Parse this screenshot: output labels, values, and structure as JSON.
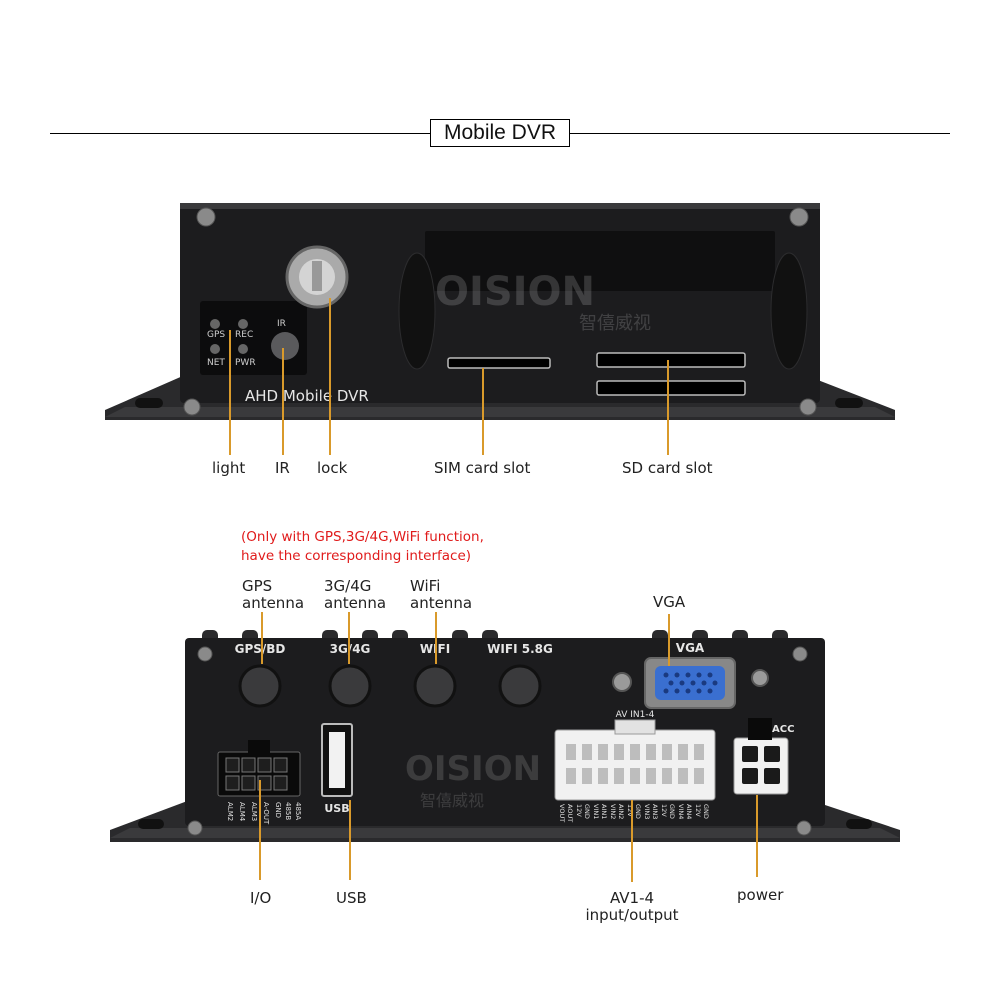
{
  "title": "Mobile DVR",
  "front": {
    "device_label": "AHD Mobile DVR",
    "watermark_logo": "OISION",
    "watermark_sub": "智僖威视",
    "leds": [
      "GPS",
      "REC",
      "NET",
      "PWR"
    ],
    "ir_mark": "IR",
    "callouts": {
      "light": "light",
      "ir": "IR",
      "lock": "lock",
      "sim": "SIM card slot",
      "sd": "SD card slot"
    }
  },
  "note": {
    "line1": "(Only with GPS,3G/4G,WiFi function,",
    "line2": "have the corresponding interface)"
  },
  "rear": {
    "antennas": [
      "GPS/BD",
      "3G/4G",
      "WIFI",
      "WIFI 5.8G"
    ],
    "vga_mark": "VGA",
    "av_mark": "AV IN1-4",
    "acc_mark": "ACC",
    "usb_mark": "USB",
    "pin_labels": [
      "ALM2",
      "ALM4",
      "ALM3",
      "A-OUT",
      "GND",
      "485B",
      "485A"
    ],
    "av_pin_labels": [
      "VOUT",
      "AOUT",
      "12V",
      "GND",
      "VIN1",
      "AIN1",
      "VIN2",
      "AIN2",
      "12V",
      "GND",
      "VIN3",
      "AIN3",
      "12V",
      "GND",
      "VIN4",
      "AIN4",
      "12V",
      "GND"
    ],
    "callouts": {
      "gps_line1": "GPS",
      "gps_line2": "antenna",
      "g4_line1": "3G/4G",
      "g4_line2": "antenna",
      "wifi_line1": "WiFi",
      "wifi_line2": "antenna",
      "vga": "VGA",
      "io": "I/O",
      "usb": "USB",
      "av_line1": "AV1-4",
      "av_line2": "input/output",
      "power": "power"
    }
  },
  "colors": {
    "callout_line": "#d99a2b",
    "note_text": "#e01b1b",
    "device_body": "#1c1c1e",
    "vga_port": "#3a6fd0"
  }
}
